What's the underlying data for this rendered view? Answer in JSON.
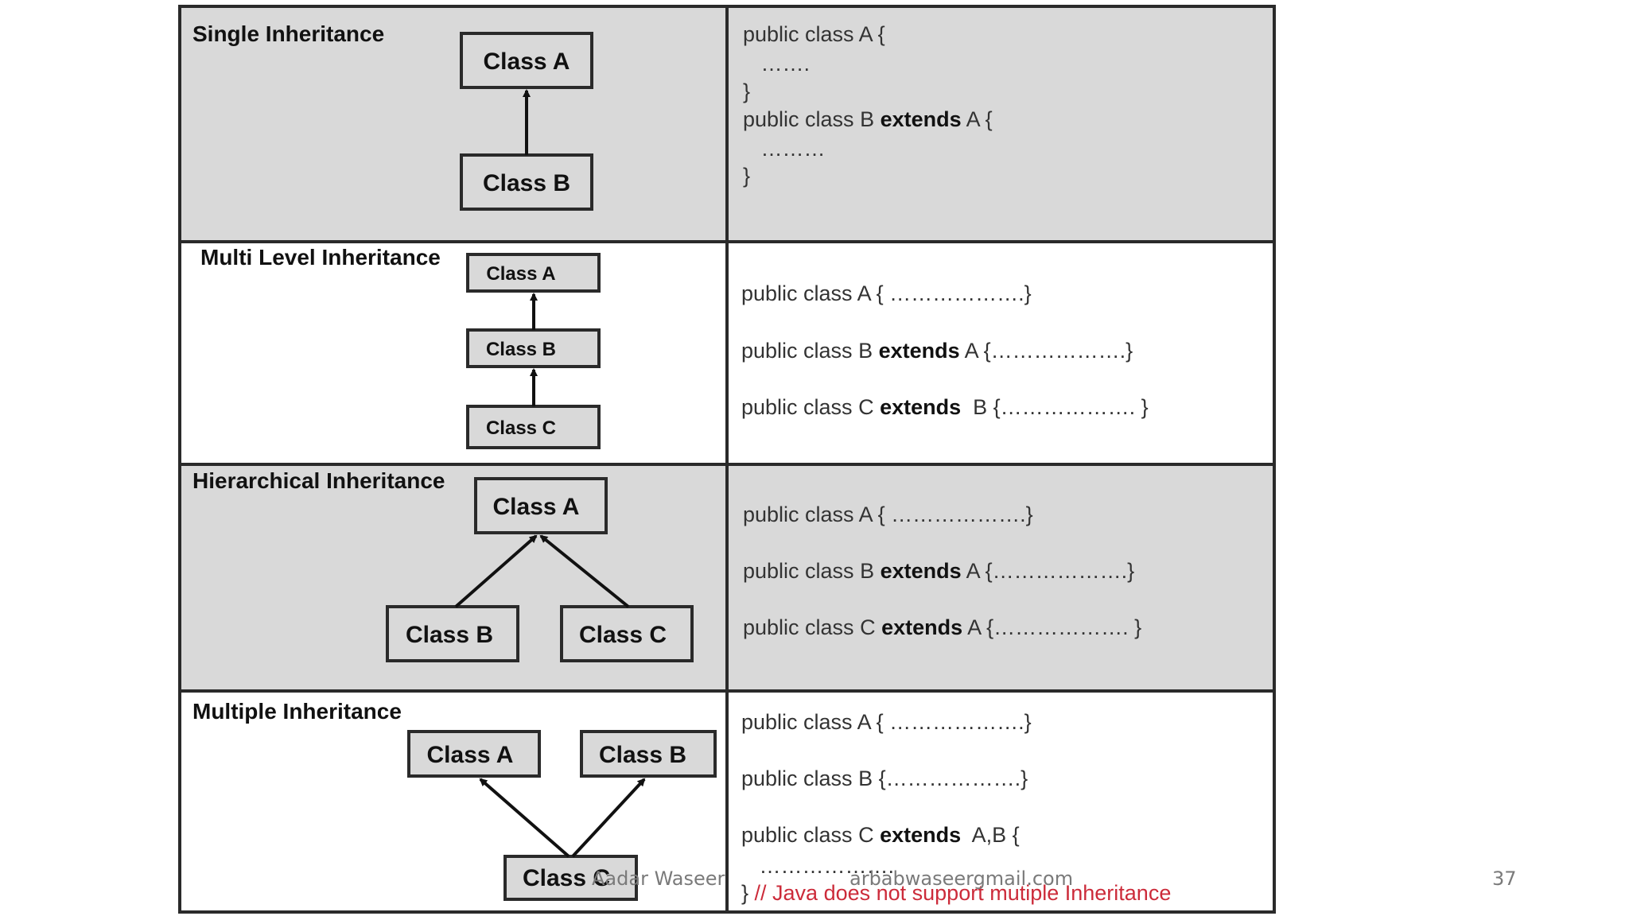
{
  "sections": [
    {
      "title": "Single Inheritance",
      "classes": [
        "Class A",
        "Class B"
      ],
      "code": [
        {
          "text": "public class A {"
        },
        {
          "text": "   ……."
        },
        {
          "text": "}"
        },
        {
          "pre": "public class B ",
          "kw": "extends",
          "post": " A {"
        },
        {
          "text": "   ………"
        },
        {
          "text": "}"
        }
      ]
    },
    {
      "title": "Multi Level Inheritance",
      "classes": [
        "Class A",
        "Class B",
        "Class C"
      ],
      "code": [
        {
          "text": "public class A { ……………….}"
        },
        {
          "pre": "public class B ",
          "kw": "extends",
          "post": " A {……………….}"
        },
        {
          "pre": "public class C ",
          "kw": "extends",
          "post": "  B {………………. }"
        }
      ]
    },
    {
      "title": "Hierarchical Inheritance",
      "classes": [
        "Class A",
        "Class B",
        "Class C"
      ],
      "code": [
        {
          "text": "public class A { ……………….}"
        },
        {
          "pre": "public class B ",
          "kw": "extends",
          "post": " A {……………….}"
        },
        {
          "pre": "public class C ",
          "kw": "extends",
          "post": " A {………………. }"
        }
      ]
    },
    {
      "title": "Multiple Inheritance",
      "classes": [
        "Class A",
        "Class B",
        "Class C"
      ],
      "code": [
        {
          "text": "public class A { ……………….}"
        },
        {
          "text": "public class B {……………….}"
        },
        {
          "pre": "public class C ",
          "kw": "extends",
          "post": "  A,B {"
        },
        {
          "text": "   ………………."
        },
        {
          "pre": "} ",
          "comment": "// Java does not support mutiple Inheritance"
        }
      ]
    }
  ],
  "footer": {
    "author": "Aadar Waseer",
    "email": "arbabwaseergmail.com",
    "page": "37"
  },
  "colors": {
    "shaded_band": "#d9d9d9",
    "border": "#2a2a2a",
    "code_text": "#333333",
    "comment": "#cc2b3a"
  }
}
